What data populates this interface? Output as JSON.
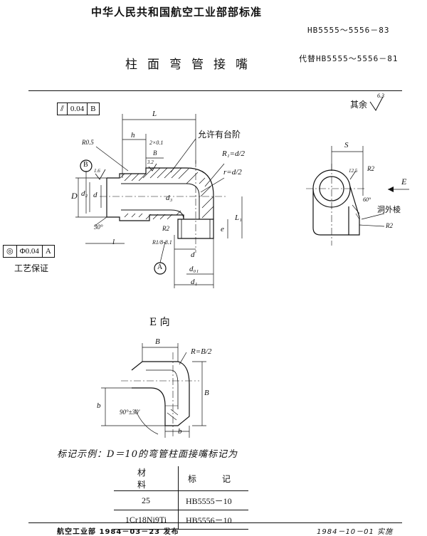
{
  "header": {
    "org": "中华人民共和国航空工业部部标准",
    "std_no": "HB5555～5556－83",
    "title": "柱面弯管接嘴",
    "replaces": "代替HB5555～5556－81"
  },
  "drawing": {
    "roughness_note": "其余",
    "roughness_value": "6.3",
    "tol_flat": {
      "symbol": "⫽",
      "value": "0.04",
      "datum": "B"
    },
    "tol_coax": {
      "symbol": "◎",
      "value": "Φ0.04",
      "datum": "A"
    },
    "process_note": "工艺保证",
    "labels": {
      "L": "L",
      "h": "h",
      "B": "B",
      "R05": "R0.5",
      "chamfer": "2×0.1",
      "allow_step": "允许有台阶",
      "R1": "R₁=d/2",
      "r": "r=d/2",
      "D": "D",
      "d2": "d₂",
      "d": "d",
      "d3": "d₃",
      "angle30": "30°",
      "R2": "R2",
      "thread": "R1/8‐8.1",
      "datum_A": "A",
      "datum_B": "B",
      "d_bot": "d",
      "d01": "d₀₁",
      "d1": "d₁",
      "e": "e",
      "L1": "L₁",
      "l": "l",
      "ra16": "1.6",
      "ra32": "3.2",
      "S": "S",
      "R2s": "R2",
      "E": "E",
      "ang60": "60°",
      "ext_bevel": "洞外棱",
      "R2s2": "R2",
      "ra125": "12.5",
      "view_E": "E 向",
      "B_top": "B",
      "R_B2": "R=B/2",
      "B_side": "B",
      "b_left": "b",
      "angle90": "90°±30'",
      "b_bot": "b"
    }
  },
  "example": "标记示例：D＝10的弯管柱面接嘴标记为",
  "table": {
    "headers": [
      "材　料",
      "标　记"
    ],
    "rows": [
      {
        "material": "25",
        "mark": "HB5555－10"
      },
      {
        "material": "1Cr18Ni9Ti",
        "mark": "HB5556－10"
      }
    ]
  },
  "footer": {
    "issued": "航空工业部 1984－03－23 发布",
    "effective": "1984－10－01 实施"
  }
}
